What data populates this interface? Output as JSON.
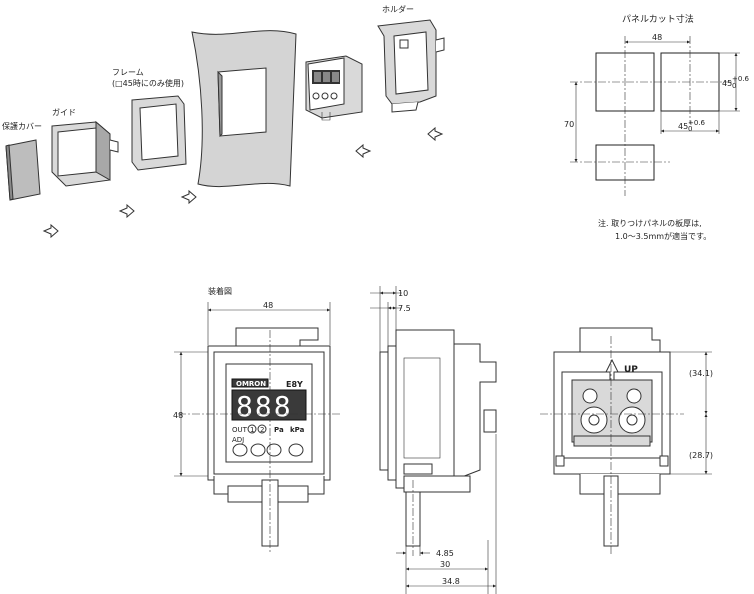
{
  "exploded": {
    "cover_label": "保護カバー",
    "guide_label": "ガイド",
    "frame_label_1": "フレーム",
    "frame_label_2": "(□45時にのみ使用)",
    "holder_label": "ホルダー"
  },
  "panel_cut": {
    "title": "パネルカット寸法",
    "dim_width": "48",
    "dim_height": "70",
    "dim_side": "45",
    "tol_upper": "+0.6",
    "tol_lower": "0",
    "dim_bottom": "45",
    "note_line1": "注. 取りつけパネルの板厚は,",
    "note_line2": "1.0～3.5mmが適当です。"
  },
  "mounting": {
    "title": "装着図",
    "front_width": "48",
    "front_height": "48",
    "side_top1": "10",
    "side_top2": "7.5",
    "side_bot1": "4.85",
    "side_bot2": "30",
    "side_bot3": "34.8",
    "rear_upper": "(34.1)",
    "rear_lower": "(28.7)",
    "rear_up_label": "UP"
  },
  "device": {
    "brand": "OMRON",
    "model": "E8Y",
    "digits": "888",
    "out_label": "OUT",
    "adj_label": "ADJ",
    "out1": "1",
    "out2": "2",
    "unit_pa": "Pa",
    "unit_kpa": "kPa"
  }
}
